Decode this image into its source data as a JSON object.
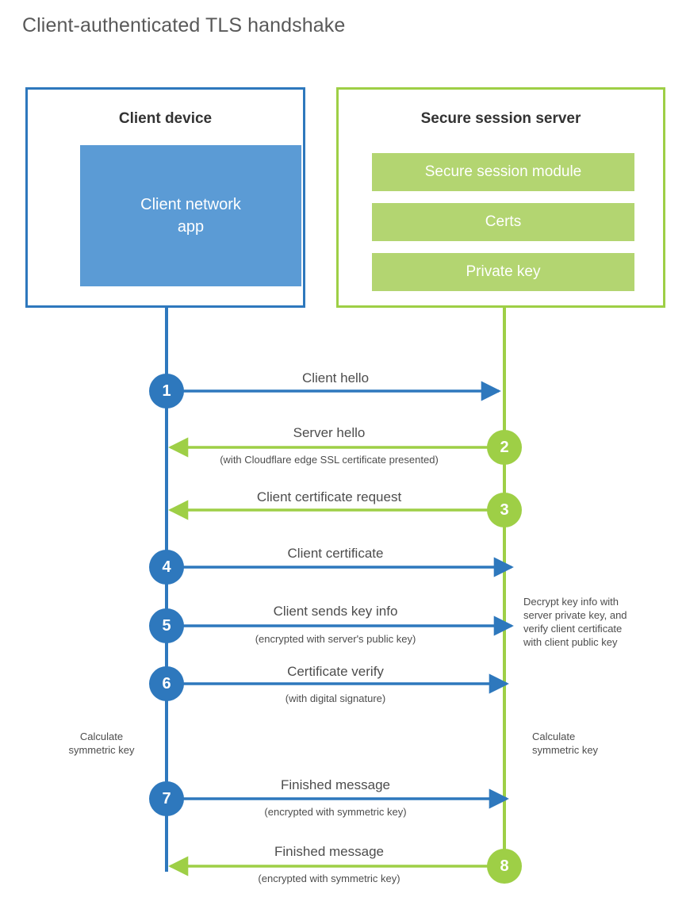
{
  "title": "Client-authenticated TLS handshake",
  "colors": {
    "blue_line": "#2e78bd",
    "green_line": "#9ecf46",
    "blue_fill": "#5b9bd5",
    "green_fill": "#b3d571",
    "text": "#4d4d4d",
    "heading": "#333333"
  },
  "entities": {
    "client": {
      "title": "Client device",
      "app_label": "Client network\napp",
      "app_label_line1": "Client network",
      "app_label_line2": "app"
    },
    "server": {
      "title": "Secure session server",
      "blocks": [
        "Secure session module",
        "Certs",
        "Private key"
      ]
    }
  },
  "steps": [
    {
      "number": "1",
      "direction": "client-to-server",
      "color": "blue",
      "label": "Client hello",
      "sublabel": ""
    },
    {
      "number": "2",
      "direction": "server-to-client",
      "color": "green",
      "label": "Server hello",
      "sublabel": "(with Cloudflare edge SSL certificate presented)"
    },
    {
      "number": "3",
      "direction": "server-to-client",
      "color": "green",
      "label": "Client certificate request",
      "sublabel": ""
    },
    {
      "number": "4",
      "direction": "client-to-server",
      "color": "blue",
      "label": "Client certificate",
      "sublabel": ""
    },
    {
      "number": "5",
      "direction": "client-to-server",
      "color": "blue",
      "label": "Client sends key info",
      "sublabel": "(encrypted with server's public key)"
    },
    {
      "number": "6",
      "direction": "client-to-server",
      "color": "blue",
      "label": "Certificate verify",
      "sublabel": "(with digital signature)"
    },
    {
      "number": "7",
      "direction": "client-to-server",
      "color": "blue",
      "label": "Finished message",
      "sublabel": "(encrypted with symmetric key)"
    },
    {
      "number": "8",
      "direction": "server-to-client",
      "color": "green",
      "label": "Finished message",
      "sublabel": "(encrypted with symmetric key)"
    }
  ],
  "notes": {
    "server_decrypt": {
      "line1": "Decrypt key info with",
      "line2": "server private key, and",
      "line3": "verify client certificate",
      "line4": "with client public key"
    },
    "client_calc": {
      "line1": "Calculate",
      "line2": "symmetric key"
    },
    "server_calc": {
      "line1": "Calculate",
      "line2": "symmetric key"
    }
  }
}
